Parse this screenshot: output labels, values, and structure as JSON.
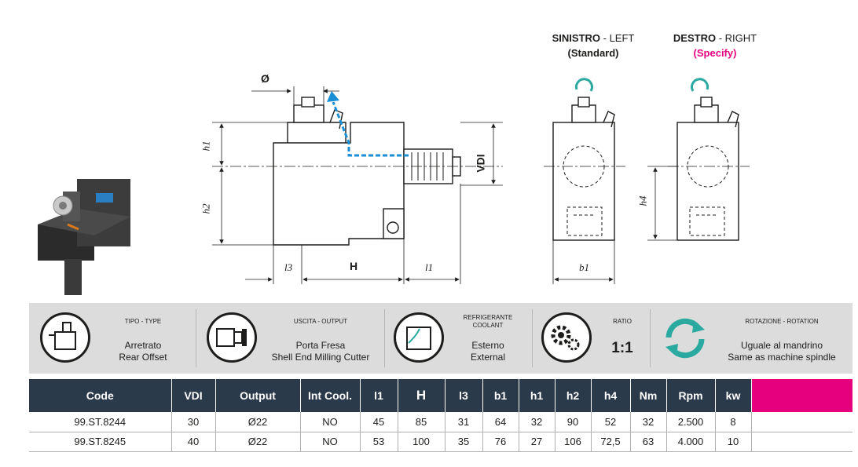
{
  "views": {
    "left_title": "SINISTRO",
    "left_sep": "- LEFT",
    "left_sub": "(Standard)",
    "right_title": "DESTRO",
    "right_sep": "- RIGHT",
    "right_sub": "(Specify)"
  },
  "dims": {
    "diameter": "Ø",
    "h1": "h1",
    "h2": "h2",
    "vdi": "VDI",
    "l3": "l3",
    "H": "H",
    "l1": "l1",
    "b1": "b1",
    "h4": "h4"
  },
  "info": [
    {
      "caption": "TIPO - TYPE",
      "line1": "Arretrato",
      "line2": "Rear Offset",
      "icon": "rear-offset-icon"
    },
    {
      "caption": "USCITA - OUTPUT",
      "line1": "Porta Fresa",
      "line2": "Shell End Milling Cutter",
      "icon": "milling-cutter-icon"
    },
    {
      "caption1": "REFRIGERANTE",
      "caption2": "COOLANT",
      "line1": "Esterno",
      "line2": "External",
      "icon": "coolant-icon"
    },
    {
      "caption": "RATIO",
      "value": "1:1",
      "icon": "gears-icon"
    },
    {
      "caption": "ROTAZIONE - ROTATION",
      "line1": "Uguale al mandrino",
      "line2": "Same as machine spindle",
      "icon": "rotation-icon"
    }
  ],
  "colors": {
    "header": "#2b3a4b",
    "accent": "#e6007e",
    "teal": "#2aa9a0",
    "coolant": "#1a8fd6",
    "strip": "#dcdcdc"
  },
  "table": {
    "headers": [
      "Code",
      "VDI",
      "Output",
      "Int Cool.",
      "l1",
      "H",
      "l3",
      "b1",
      "h1",
      "h2",
      "h4",
      "Nm",
      "Rpm",
      "kw",
      ""
    ],
    "rows": [
      [
        "99.ST.8244",
        "30",
        "Ø22",
        "NO",
        "45",
        "85",
        "31",
        "64",
        "32",
        "90",
        "52",
        "32",
        "2.500",
        "8",
        ""
      ],
      [
        "99.ST.8245",
        "40",
        "Ø22",
        "NO",
        "53",
        "100",
        "35",
        "76",
        "27",
        "106",
        "72,5",
        "63",
        "4.000",
        "10",
        ""
      ]
    ]
  }
}
